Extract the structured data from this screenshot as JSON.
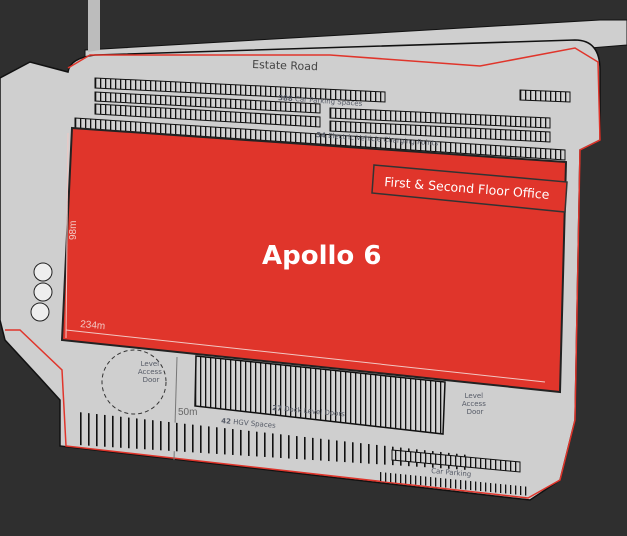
{
  "road_label": "Estate Road",
  "car_parking": {
    "count": "388",
    "label": "Car Parking Spaces"
  },
  "ev_charging": {
    "count": "34",
    "label": "Electric Vehicle Charging Points"
  },
  "office_label": "First & Second Floor Office",
  "building": {
    "name": "Apollo",
    "number_logo": "6",
    "width_label": "234m",
    "depth_label": "98m"
  },
  "yard_depth_label": "50m",
  "level_access_left": [
    "Level",
    "Access",
    "Door"
  ],
  "level_access_right": [
    "Level",
    "Access",
    "Door"
  ],
  "dock_doors": {
    "count": "27",
    "label": "Dock Level Doors"
  },
  "hgv": {
    "count": "42",
    "label": "HGV Spaces"
  },
  "car_parking_south": "Car Parking",
  "colors": {
    "background": "#2f2f2f",
    "site": "#cfcfcf",
    "building": "#e0352b",
    "boundary": "#e0352b",
    "label_text": "#555a66"
  }
}
